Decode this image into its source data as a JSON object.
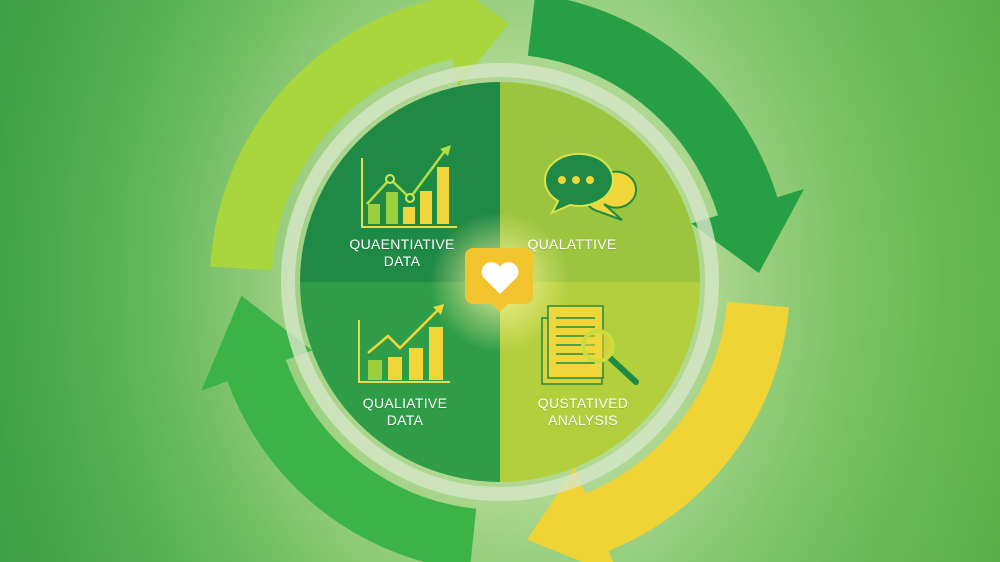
{
  "quadrants": [
    {
      "label_line1": "QUAENTIATIVE",
      "label_line2": "DATA",
      "icon": "chart-line-bars-icon"
    },
    {
      "label_line1": "QUALATTIVE",
      "label_line2": "",
      "icon": "speech-bubbles-icon"
    },
    {
      "label_line1": "QUALIATIVE",
      "label_line2": "DATA",
      "icon": "bar-chart-trend-icon"
    },
    {
      "label_line1": "QUSTATIVED",
      "label_line2": "ANALYSIS",
      "icon": "document-magnifier-icon"
    }
  ],
  "center_icon": "heart-icon",
  "colors": {
    "dark_green": "#1e8a45",
    "mid_green": "#2f9e47",
    "light_green": "#9cc63c",
    "yellow": "#f1d63a",
    "arrow_lime": "#a9d63d",
    "arrow_dark": "#27a045",
    "arrow_yellow": "#f0d435",
    "arrow_green": "#3cb347"
  }
}
